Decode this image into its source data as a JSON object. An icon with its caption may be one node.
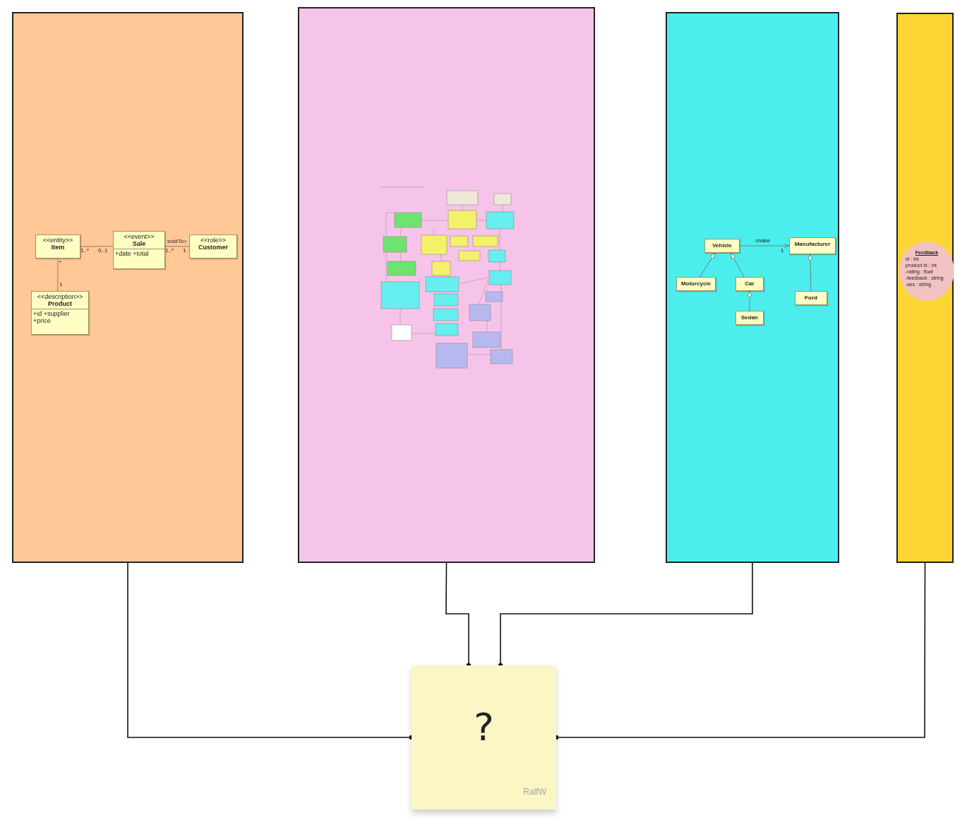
{
  "diagram": {
    "nodes": [
      {
        "text": [],
        "shape": "box"
      },
      {
        "text": [
          "<<entity>>",
          "Item"
        ],
        "in": 0
      },
      {
        "text": [
          "<<event>>",
          "Sale",
          "+date +total"
        ],
        "in": 0
      },
      {
        "text": [
          "<<role>>",
          "Customer"
        ],
        "in": 0
      },
      {
        "text": [
          "<<description>>",
          "Product",
          "+id +supplier +price"
        ],
        "in": 0
      },
      {
        "text": [],
        "shape": "box"
      },
      {
        "text": [],
        "shape": "box"
      },
      {
        "text": [
          "Vehicle"
        ],
        "in": 6
      },
      {
        "text": [
          "Manufacturer"
        ],
        "in": 6
      },
      {
        "text": [
          "Motorcycle"
        ],
        "in": 6
      },
      {
        "text": [
          "Car"
        ],
        "in": 6
      },
      {
        "text": [
          "Sedan"
        ],
        "in": 6
      },
      {
        "text": [
          "Ford"
        ],
        "in": 6
      },
      {
        "text": [],
        "shape": "box"
      },
      {
        "text": [
          "Feedback",
          "id : int",
          "product id : int",
          "-rating : float",
          "-feedback : string",
          "-ses : string"
        ],
        "in": 13
      },
      {
        "text": [
          "?",
          "RalfW"
        ]
      }
    ],
    "edges": [
      {
        "from": 1,
        "to": 2,
        "arrow": "none"
      },
      {
        "from": 2,
        "to": 3,
        "arrow": "none",
        "label": "soldTo>"
      },
      {
        "from": 1,
        "to": 4,
        "arrow": "none"
      },
      {
        "from": 7,
        "to": 8,
        "arrow": "to",
        "label": "-make"
      },
      {
        "from": 9,
        "to": 7,
        "arrow": "to"
      },
      {
        "from": 10,
        "to": 7,
        "arrow": "to"
      },
      {
        "from": 11,
        "to": 10,
        "arrow": "to"
      },
      {
        "from": 12,
        "to": 8,
        "arrow": "to"
      },
      {
        "from": 0,
        "to": 15,
        "arrow": "other",
        "color": "#111111"
      },
      {
        "from": 5,
        "to": 15,
        "arrow": "other",
        "color": "#111111"
      },
      {
        "from": 6,
        "to": 15,
        "arrow": "other",
        "color": "#111111"
      },
      {
        "from": 13,
        "to": 15,
        "arrow": "other",
        "color": "#111111"
      }
    ],
    "labels": [
      "1..*",
      "0..1",
      "1..*",
      "1",
      "*",
      "1",
      "1"
    ]
  }
}
